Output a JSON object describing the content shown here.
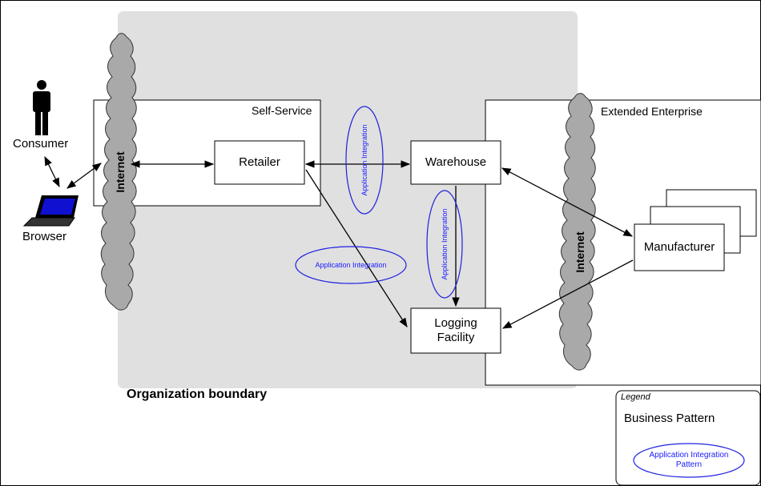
{
  "labels": {
    "consumer": "Consumer",
    "browser": "Browser",
    "internet_left": "Internet",
    "internet_right": "Internet",
    "self_service": "Self-Service",
    "extended_enterprise": "Extended Enterprise",
    "retailer": "Retailer",
    "warehouse": "Warehouse",
    "logging_line1": "Logging",
    "logging_line2": "Facility",
    "manufacturer": "Manufacturer",
    "org_boundary": "Organization boundary",
    "app_integration_1": "Application Integration",
    "app_integration_2": "Application Integration",
    "app_integration_3": "Application Integration"
  },
  "legend": {
    "title": "Legend",
    "business_pattern": "Business Pattern",
    "pattern_line1": "Application Integration",
    "pattern_line2": "Pattern"
  },
  "colors": {
    "org_boundary_fill": "#e0e0e0",
    "cloud_fill": "#a9a9a9",
    "pattern_ellipse": "#2020e0",
    "laptop_screen": "#1010d0"
  },
  "icons": [
    "person-icon",
    "laptop-icon",
    "internet-cloud-icon"
  ]
}
